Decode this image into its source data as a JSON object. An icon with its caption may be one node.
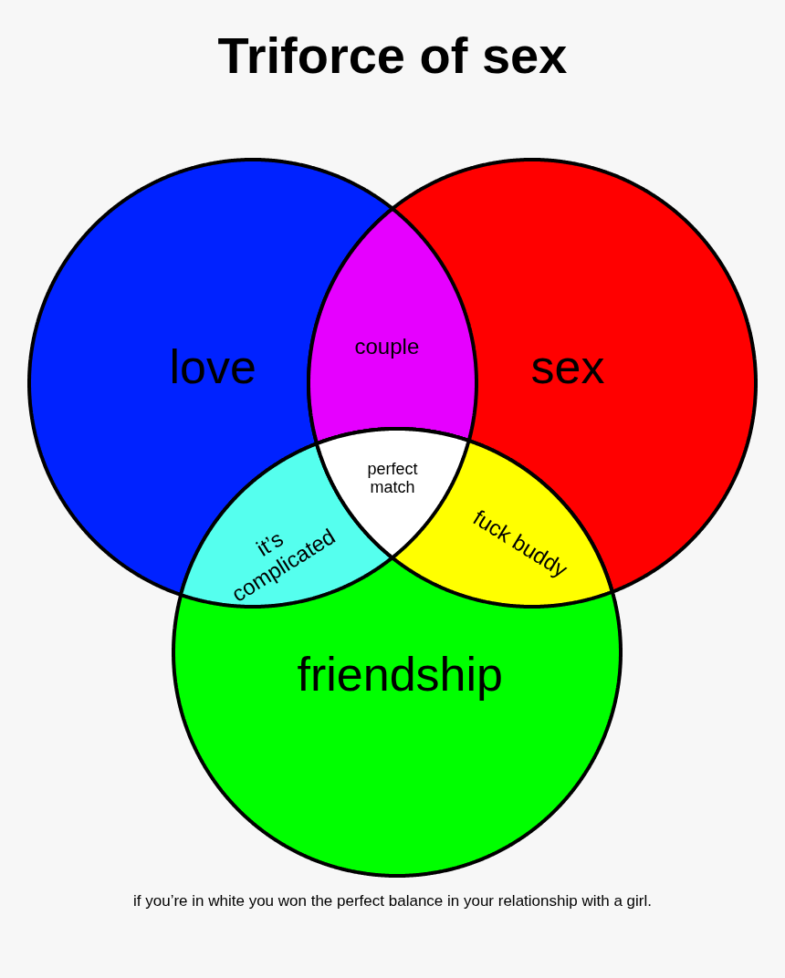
{
  "diagram": {
    "title": "Triforce of sex",
    "nodes": [
      {
        "text": [
          "love"
        ]
      },
      {
        "text": [
          "couple"
        ]
      },
      {
        "text": [
          "sex"
        ]
      },
      {
        "text": [
          "perfect match"
        ]
      },
      {
        "text": [
          "it’s complicated"
        ]
      },
      {
        "text": [
          "fuck buddy"
        ]
      },
      {
        "text": [
          "friendship"
        ]
      }
    ],
    "caption": "if you’re in white you won the perfect balance in your relationship with a girl."
  }
}
